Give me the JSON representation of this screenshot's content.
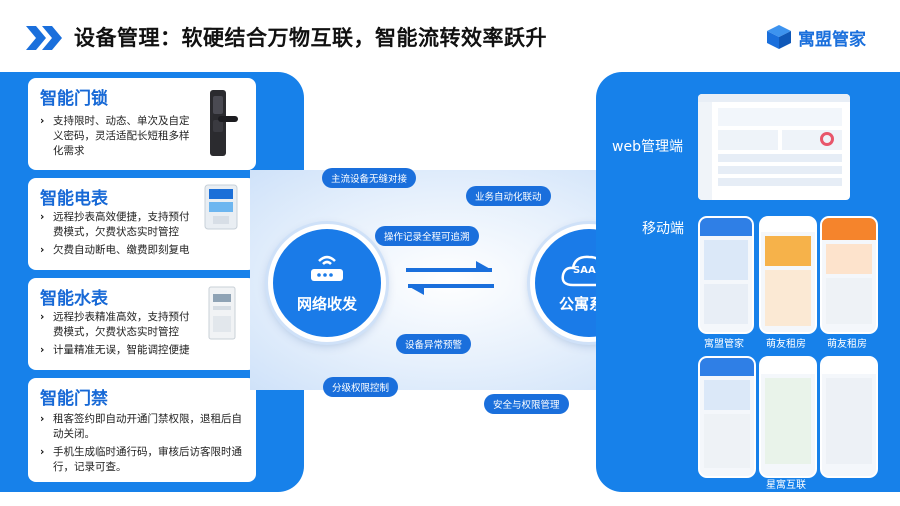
{
  "header": {
    "title": "设备管理：软硬结合万物互联，智能流转效率跃升",
    "brand": "寓盟管家",
    "accent": "#1a6fdc"
  },
  "devices": [
    {
      "title": "智能门锁",
      "icon": "smart-lock",
      "lines": [
        "支持限时、动态、单次及自定义密码，灵活适配长短租多样化需求"
      ]
    },
    {
      "title": "智能电表",
      "icon": "electric-meter",
      "lines": [
        "远程抄表高效便捷，支持预付费模式，欠费状态实时管控",
        "欠费自动断电、缴费即刻复电"
      ]
    },
    {
      "title": "智能水表",
      "icon": "water-meter",
      "lines": [
        "远程抄表精准高效，支持预付费模式，欠费状态实时管控",
        "计量精准无误，智能调控便捷"
      ]
    },
    {
      "title": "智能门禁",
      "icon": "access-control",
      "lines": [
        "租客签约即自动开通门禁权限，退租后自动关闭。",
        "手机生成临时通行码，审核后访客限时通行，记录可查。"
      ]
    }
  ],
  "middle": {
    "left_circle": "网络收发",
    "right_circle": "公寓系统",
    "cloud_text": "SAAS",
    "pills": [
      "主流设备无缝对接",
      "业务自动化联动",
      "操作记录全程可追溯",
      "设备异常预警",
      "分级权限控制",
      "安全与权限管理"
    ]
  },
  "right": {
    "web_label": "web管理端",
    "mobile_label": "移动端",
    "apps": [
      "寓盟管家",
      "萌友租房",
      "萌友租房",
      "星寓互联"
    ]
  }
}
